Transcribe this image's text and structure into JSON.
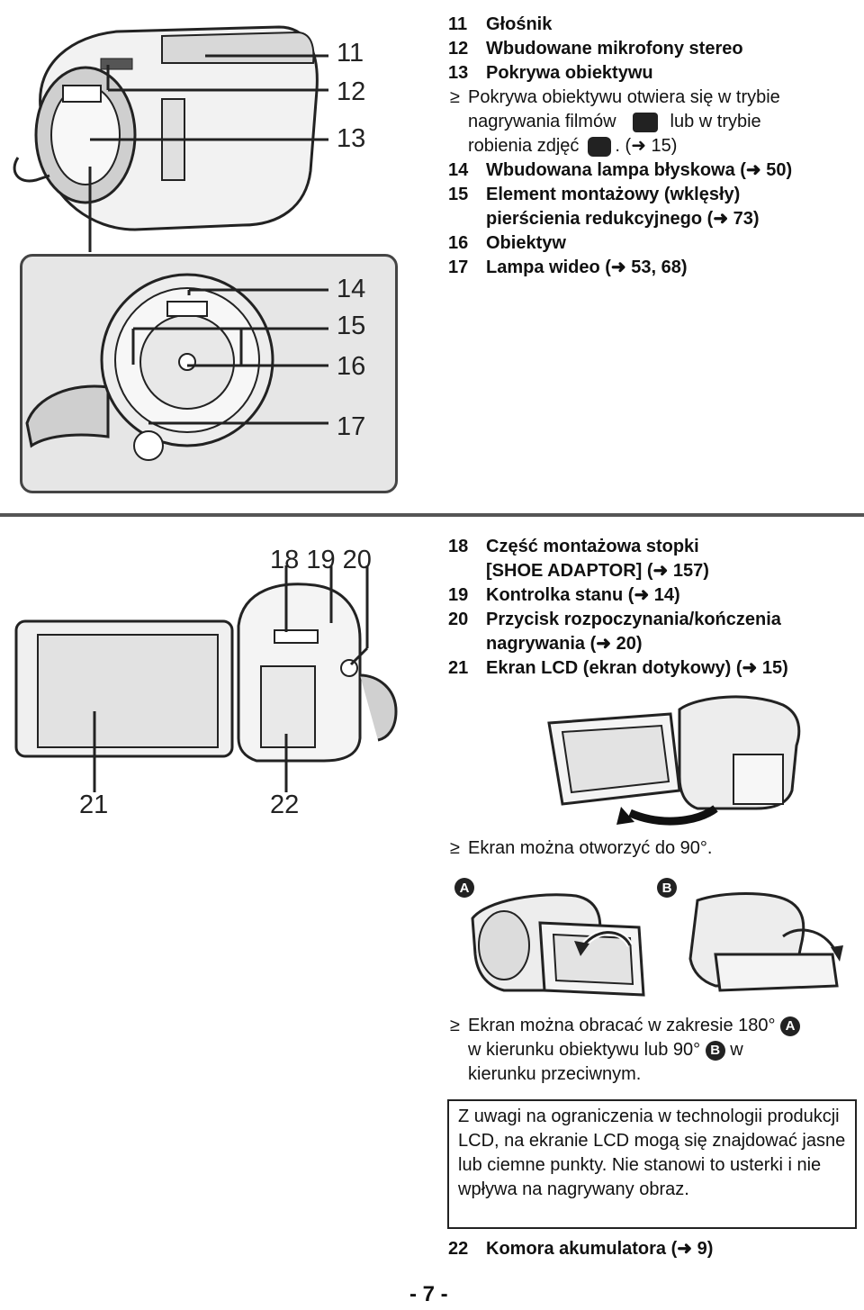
{
  "top_callouts": [
    "11",
    "12",
    "13",
    "14",
    "15",
    "16",
    "17"
  ],
  "top_list": [
    {
      "num": "11",
      "text": "Głośnik"
    },
    {
      "num": "12",
      "text": "Wbudowane mikrofony stereo"
    },
    {
      "num": "13",
      "text": "Pokrywa obiektywu"
    }
  ],
  "cover_note": {
    "bullet": "≥",
    "line1": "Pokrywa obiektywu otwiera się w trybie",
    "line2a": "nagrywania filmów",
    "line2b": "lub w trybie",
    "line3a": "robienia zdjęć",
    "line3b": ". (➜ 15)"
  },
  "top_list_b": [
    {
      "num": "14",
      "text": "Wbudowana lampa błyskowa (➜ 50)"
    },
    {
      "num": "15",
      "text": "Element montażowy (wklęsły)",
      "cont": "pierścienia redukcyjnego (➜ 73)"
    },
    {
      "num": "16",
      "text": "Obiektyw"
    },
    {
      "num": "17",
      "text": "Lampa wideo (➜ 53, 68)"
    }
  ],
  "mid_callouts": [
    "18 19 20",
    "21",
    "22"
  ],
  "mid_list": [
    {
      "num": "18",
      "text": "Część montażowa stopki",
      "cont": "[SHOE ADAPTOR] (➜ 157)"
    },
    {
      "num": "19",
      "text": "Kontrolka stanu (➜ 14)"
    },
    {
      "num": "20",
      "text": "Przycisk rozpoczynania/kończenia",
      "cont": "nagrywania (➜ 20)"
    },
    {
      "num": "21",
      "text": "Ekran LCD (ekran dotykowy) (➜ 15)"
    }
  ],
  "open_note": {
    "bullet": "≥",
    "text": "Ekran można otworzyć do 90°."
  },
  "rotation_labels": {
    "a": "A",
    "b": "B"
  },
  "rotate_note": {
    "bullet": "≥",
    "line1": "Ekran można obracać w zakresie 180°",
    "line2a": "w kierunku obiektywu lub 90°",
    "line2b": "w",
    "line3": "kierunku przeciwnym."
  },
  "lcd_notice": "Z uwagi na ograniczenia w technologii produkcji LCD, na ekranie LCD mogą się znajdować jasne lub ciemne punkty. Nie stanowi to usterki i nie wpływa na nagrywany obraz.",
  "item22": {
    "num": "22",
    "text": "Komora akumulatora (➜ 9)"
  },
  "page_number": "- 7 -"
}
